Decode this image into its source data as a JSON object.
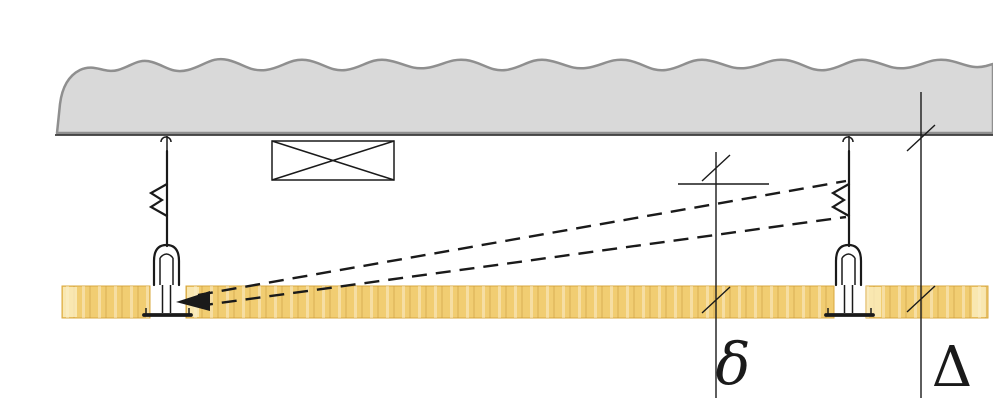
{
  "diagram": {
    "description": "suspended-ceiling-deflection-section",
    "labels": {
      "delta_small": "δ",
      "delta_large": "Δ"
    },
    "colors": {
      "slab_fill": "#d9d9d9",
      "slab_edge": "#8f8f8f",
      "ink": "#1a1a1a",
      "board_base": "#f1cd72",
      "board_dark": "#d9a83f",
      "board_light": "#fbefc6",
      "bg": "#ffffff"
    }
  }
}
